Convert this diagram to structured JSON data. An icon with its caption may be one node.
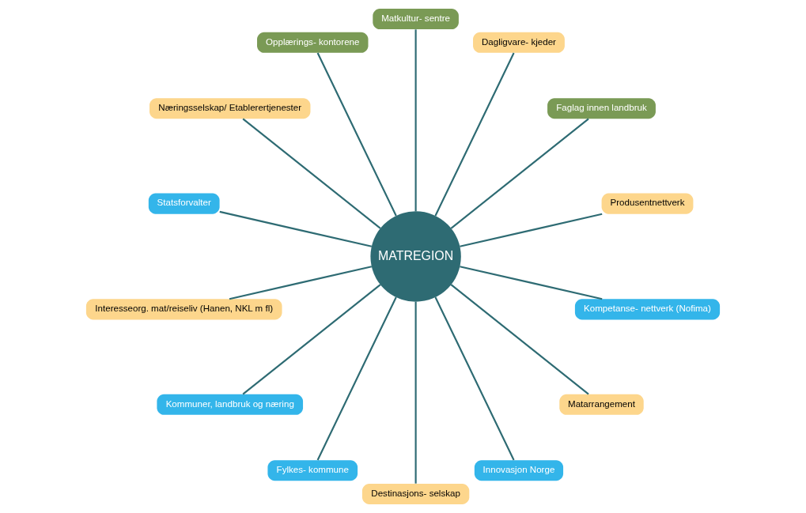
{
  "diagram": {
    "nodes": [
      {
        "text": [
          "MATREGION"
        ]
      },
      {
        "text": [
          "Produsentnettverk"
        ]
      },
      {
        "text": [
          "Faglag innen landbruk"
        ]
      },
      {
        "text": [
          "Dagligvare- kjeder"
        ]
      },
      {
        "text": [
          "Matkultur- sentre"
        ]
      },
      {
        "text": [
          "Opplærings- kontorene"
        ]
      },
      {
        "text": [
          "Næringsselskap/ Etablerertjenester"
        ]
      },
      {
        "text": [
          "Statsforvalter"
        ]
      },
      {
        "text": [
          "Interesseorg. mat/reiseliv (Hanen, NKL m fl)"
        ]
      },
      {
        "text": [
          "Kommuner, landbruk og næring"
        ]
      },
      {
        "text": [
          "Fylkes- kommune"
        ]
      },
      {
        "text": [
          "Destinasjons- selskap"
        ]
      },
      {
        "text": [
          "Innovasjon Norge"
        ]
      },
      {
        "text": [
          "Matarrangement"
        ]
      },
      {
        "text": [
          "Kompetanse- nettverk (Nofima)"
        ]
      }
    ],
    "edges": [
      {
        "from": 0,
        "to": 2,
        "arrow": "none"
      },
      {
        "from": 0,
        "to": 4,
        "arrow": "none"
      },
      {
        "from": 0,
        "to": 5,
        "arrow": "none"
      },
      {
        "from": 0,
        "to": 7,
        "arrow": "none"
      },
      {
        "from": 0,
        "to": 9,
        "arrow": "none"
      },
      {
        "from": 0,
        "to": 10,
        "arrow": "none"
      },
      {
        "from": 0,
        "to": 12,
        "arrow": "none"
      },
      {
        "from": 0,
        "to": 14,
        "arrow": "none"
      },
      {
        "from": 0,
        "to": 13,
        "arrow": "none"
      },
      {
        "from": 0,
        "to": 11,
        "arrow": "none"
      },
      {
        "from": 0,
        "to": 8,
        "arrow": "none"
      },
      {
        "from": 0,
        "to": 6,
        "arrow": "none"
      },
      {
        "from": 0,
        "to": 3,
        "arrow": "none"
      },
      {
        "from": 0,
        "to": 1,
        "arrow": "none"
      }
    ]
  }
}
